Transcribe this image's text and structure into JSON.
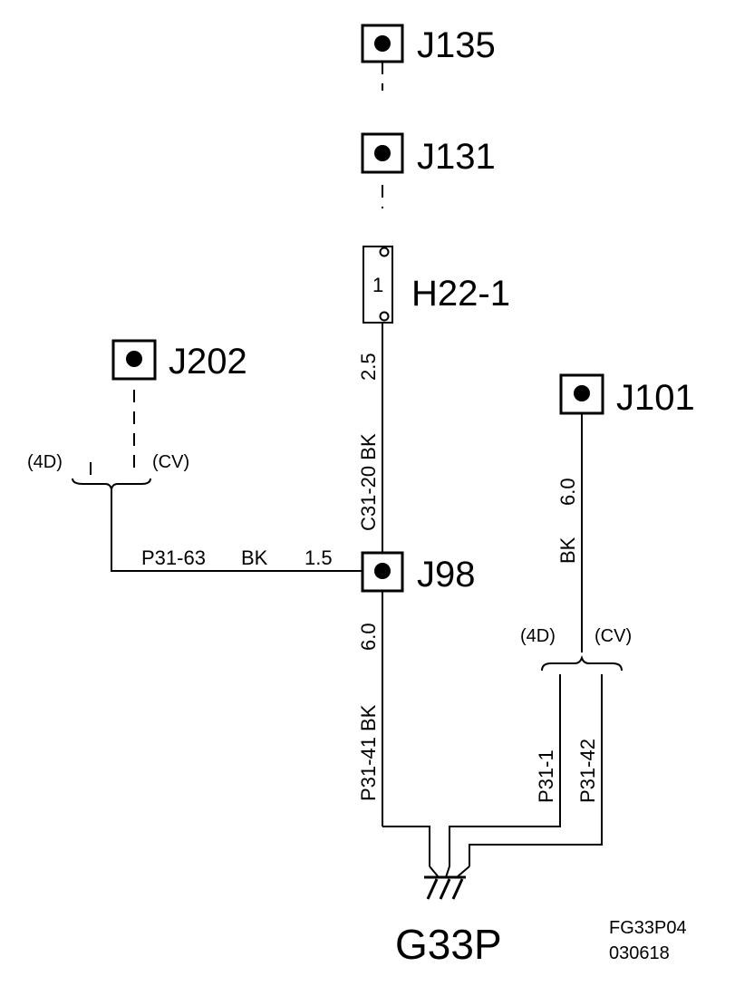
{
  "connectors": {
    "j135": "J135",
    "j131": "J131",
    "h22": "H22-1",
    "h22_pin": "1",
    "j202": "J202",
    "j101": "J101",
    "j98": "J98"
  },
  "ground": "G33P",
  "wires": {
    "c31_20": "C31-20 BK",
    "c31_20_gauge": "2.5",
    "p31_63": "P31-63",
    "p31_63_color": "BK",
    "p31_63_gauge": "1.5",
    "p31_41": "P31-41 BK",
    "p31_41_gauge": "6.0",
    "j101_color": "BK",
    "j101_gauge": "6.0",
    "p31_1": "P31-1",
    "p31_42": "P31-42"
  },
  "variants": {
    "left_4d": "(4D)",
    "left_cv": "(CV)",
    "right_4d": "(4D)",
    "right_cv": "(CV)"
  },
  "figure": {
    "code": "FG33P04",
    "date": "030618"
  }
}
